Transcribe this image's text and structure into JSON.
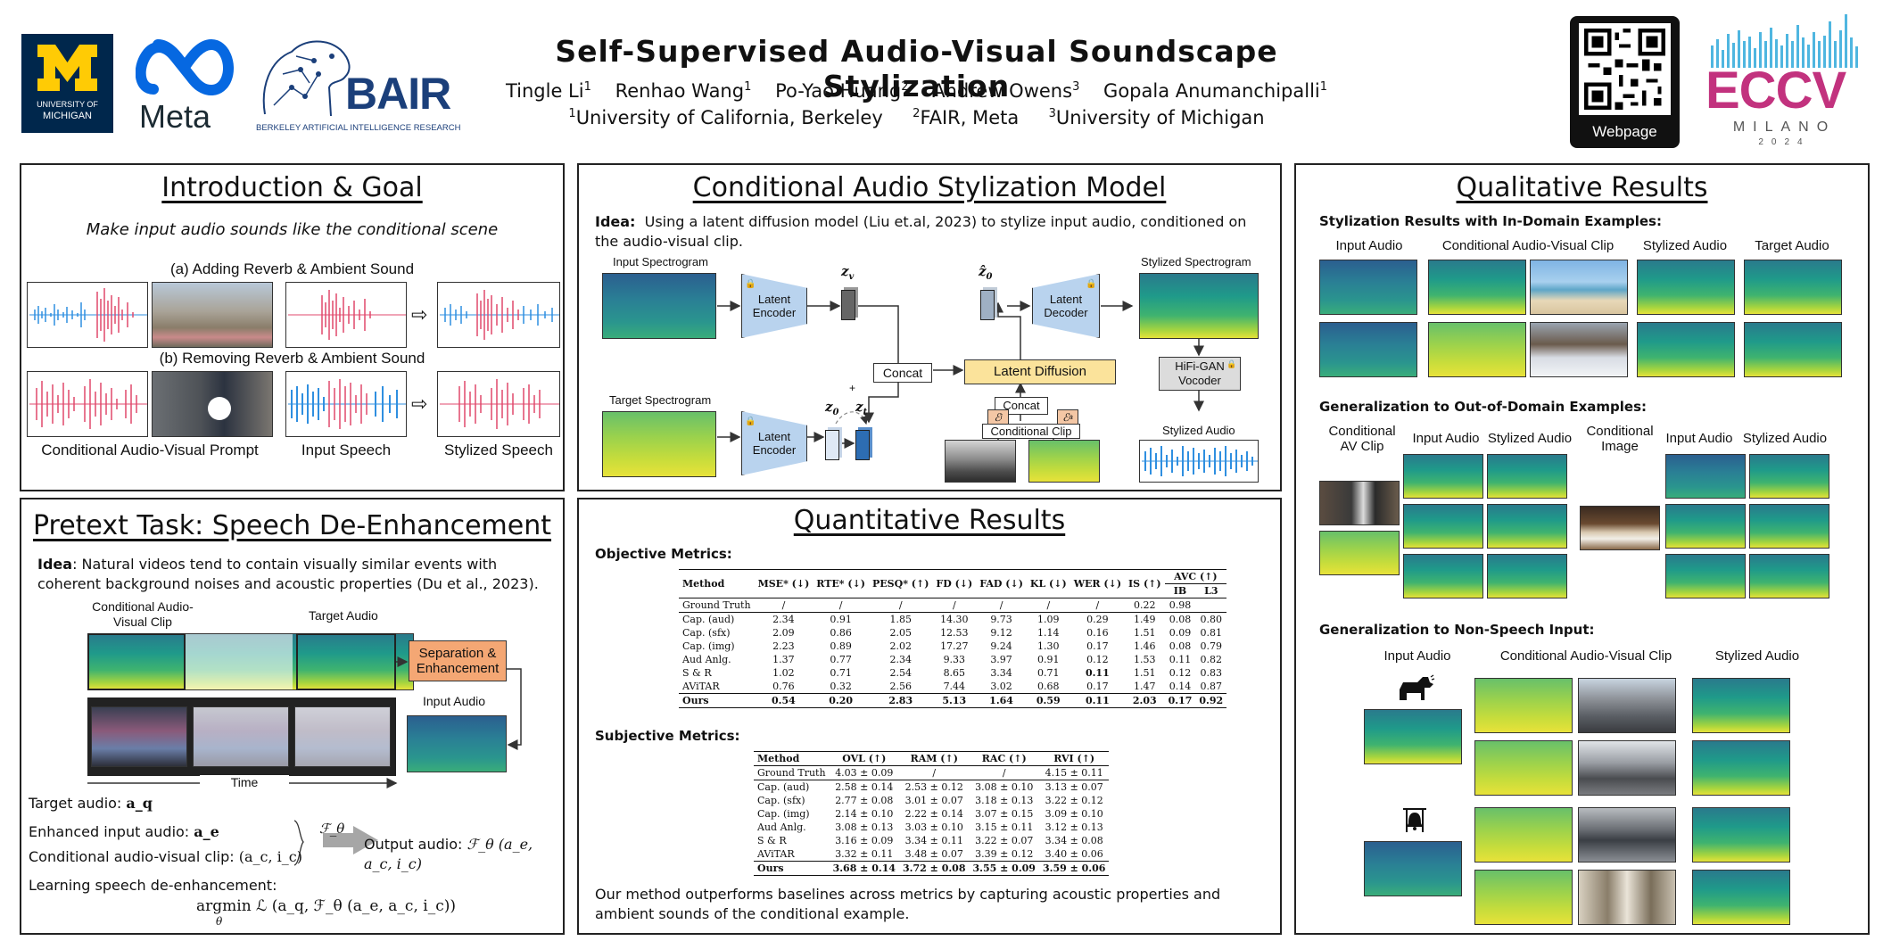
{
  "header": {
    "title": "Self-Supervised Audio-Visual Soundscape Stylization",
    "authors": [
      {
        "name": "Tingle Li",
        "aff": "1"
      },
      {
        "name": "Renhao Wang",
        "aff": "1"
      },
      {
        "name": "Po-Yao Huang",
        "aff": "2"
      },
      {
        "name": "Andrew Owens",
        "aff": "3"
      },
      {
        "name": "Gopala Anumanchipalli",
        "aff": "1"
      }
    ],
    "affiliations": [
      {
        "num": "1",
        "name": "University of California, Berkeley"
      },
      {
        "num": "2",
        "name": "FAIR, Meta"
      },
      {
        "num": "3",
        "name": "University of Michigan"
      }
    ],
    "qr_label": "Webpage",
    "logos": {
      "michigan_line1": "UNIVERSITY OF",
      "michigan_line2": "MICHIGAN",
      "meta": "Meta",
      "bair": "BAIR",
      "bair_sub": "BERKELEY ARTIFICIAL INTELLIGENCE RESEARCH",
      "eccv": "ECCV",
      "eccv_city": "MILANO",
      "eccv_year": "2024"
    }
  },
  "intro": {
    "title": "Introduction & Goal",
    "subtitle": "Make input audio sounds like the conditional scene",
    "case_a": "(a) Adding Reverb & Ambient Sound",
    "case_b": "(b) Removing Reverb & Ambient Sound",
    "label_prompt": "Conditional Audio-Visual Prompt",
    "label_input": "Input Speech",
    "label_output": "Stylized Speech"
  },
  "model": {
    "title": "Conditional Audio Stylization Model",
    "idea_label": "Idea:",
    "idea_text": "Using a latent diffusion model (Liu et.al, 2023) to stylize input audio, conditioned on the audio-visual clip.",
    "input_spec": "Input Spectrogram",
    "target_spec": "Target Spectrogram",
    "stylized_spec": "Stylized Spectrogram",
    "stylized_audio": "Stylized Audio",
    "latent_encoder": "Latent Encoder",
    "latent_decoder": "Latent Decoder",
    "concat": "Concat",
    "latent_diffusion": "Latent Diffusion",
    "vocoder": "HiFi-GAN Vocoder",
    "cond_clip": "Conditional Clip",
    "z_v": "z_v",
    "z_0": "z_0",
    "z_t": "z_t",
    "z_hat": "ẑ_0",
    "e_i": "ℰ_i",
    "e_a": "ℰ_a",
    "plus": "+"
  },
  "pretext": {
    "title": "Pretext Task: Speech De-Enhancement",
    "idea_label": "Idea",
    "idea_text": ": Natural videos tend to contain visually similar events with coherent background noises and acoustic properties (Du et al., 2023).",
    "cond_clip": "Conditional Audio-Visual Clip",
    "target_audio": "Target Audio",
    "sep_enh": "Separation & Enhancement",
    "input_audio": "Input Audio",
    "time": "Time",
    "eq_target": "Target audio:",
    "eq_target_sym": "a_q",
    "eq_enh": "Enhanced input audio:",
    "eq_enh_sym": "a_e",
    "eq_cond": "Conditional audio-visual clip:",
    "eq_cond_sym": "(a_c, i_c)",
    "eq_f": "ℱ_θ",
    "eq_output": "Output audio:",
    "eq_output_sym": "ℱ_θ (a_e, a_c, i_c)",
    "eq_learn": "Learning speech de-enhancement:",
    "eq_argmin": "argmin ℒ (a_q, ℱ_θ (a_e, a_c, i_c))",
    "eq_theta": "θ"
  },
  "quant": {
    "title": "Quantitative Results",
    "obj_label": "Objective Metrics:",
    "subj_label": "Subjective Metrics:",
    "obj_table": {
      "headers": [
        "Method",
        "MSE* (↓)",
        "RTE* (↓)",
        "PESQ* (↑)",
        "FD (↓)",
        "FAD (↓)",
        "KL (↓)",
        "WER (↓)",
        "IS (↑)",
        "AVC (↑)"
      ],
      "subheaders": [
        "IB",
        "L3"
      ],
      "ground_truth": [
        "Ground Truth",
        "/",
        "/",
        "/",
        "/",
        "/",
        "/",
        "/",
        "0.22",
        "0.98",
        ""
      ],
      "rows": [
        [
          "Cap. (aud)",
          "2.34",
          "0.91",
          "1.85",
          "14.30",
          "9.73",
          "1.09",
          "0.29",
          "1.49",
          "0.08",
          "0.80"
        ],
        [
          "Cap. (sfx)",
          "2.09",
          "0.86",
          "2.05",
          "12.53",
          "9.12",
          "1.14",
          "0.16",
          "1.51",
          "0.09",
          "0.81"
        ],
        [
          "Cap. (img)",
          "2.23",
          "0.89",
          "2.02",
          "17.27",
          "9.24",
          "1.30",
          "0.17",
          "1.46",
          "0.08",
          "0.79"
        ],
        [
          "Aud Anlg.",
          "1.37",
          "0.77",
          "2.34",
          "9.33",
          "3.97",
          "0.91",
          "0.12",
          "1.53",
          "0.11",
          "0.82"
        ],
        [
          "S & R",
          "1.02",
          "0.71",
          "2.54",
          "8.65",
          "3.34",
          "0.71",
          "0.11",
          "1.51",
          "0.12",
          "0.83"
        ],
        [
          "AViTAR",
          "0.76",
          "0.32",
          "2.56",
          "7.44",
          "3.02",
          "0.68",
          "0.17",
          "1.47",
          "0.14",
          "0.87"
        ]
      ],
      "ours": [
        "Ours",
        "0.54",
        "0.20",
        "2.83",
        "5.13",
        "1.64",
        "0.59",
        "0.11",
        "2.03",
        "0.17",
        "0.92"
      ]
    },
    "subj_table": {
      "headers": [
        "Method",
        "OVL (↑)",
        "RAM (↑)",
        "RAC (↑)",
        "RVI (↑)"
      ],
      "ground_truth": [
        "Ground Truth",
        "4.03 ± 0.09",
        "/",
        "/",
        "4.15 ± 0.11"
      ],
      "rows": [
        [
          "Cap. (aud)",
          "2.58 ± 0.14",
          "2.53 ± 0.12",
          "3.08 ± 0.10",
          "3.13 ± 0.07"
        ],
        [
          "Cap. (sfx)",
          "2.77 ± 0.08",
          "3.01 ± 0.07",
          "3.18 ± 0.13",
          "3.22 ± 0.12"
        ],
        [
          "Cap. (img)",
          "2.14 ± 0.10",
          "2.22 ± 0.14",
          "3.07 ± 0.15",
          "3.09 ± 0.10"
        ],
        [
          "Aud Anlg.",
          "3.08 ± 0.13",
          "3.03 ± 0.10",
          "3.15 ± 0.11",
          "3.12 ± 0.13"
        ],
        [
          "S & R",
          "3.16 ± 0.09",
          "3.34 ± 0.11",
          "3.22 ± 0.07",
          "3.34 ± 0.08"
        ],
        [
          "AViTAR",
          "3.32 ± 0.11",
          "3.48 ± 0.07",
          "3.39 ± 0.12",
          "3.40 ± 0.06"
        ]
      ],
      "ours": [
        "Ours",
        "3.68 ± 0.14",
        "3.72 ± 0.08",
        "3.55 ± 0.09",
        "3.59 ± 0.06"
      ]
    },
    "conclusion": "Our method outperforms baselines across metrics by capturing acoustic properties and ambient sounds of the conditional example."
  },
  "qual": {
    "title": "Qualitative Results",
    "sec1": "Stylization Results with In-Domain Examples:",
    "sec1_cols": [
      "Input Audio",
      "Conditional Audio-Visual Clip",
      "Stylized Audio",
      "Target Audio"
    ],
    "sec2": "Generalization to Out-of-Domain Examples:",
    "sec2_cols": [
      "Conditional AV Clip",
      "Input Audio",
      "Stylized Audio",
      "Conditional Image",
      "Input Audio",
      "Stylized Audio"
    ],
    "sec3": "Generalization to Non-Speech Input:",
    "sec3_cols": [
      "Input Audio",
      "Conditional Audio-Visual Clip",
      "Stylized Audio"
    ]
  },
  "colors": {
    "border": "#222222",
    "wave_red": "#e0486c",
    "wave_blue": "#2f8fe0",
    "encoder": "#b9d3ee",
    "diffusion": "#fbe39b",
    "sep_box": "#f4a774",
    "michigan_blue": "#00274c",
    "michigan_maize": "#ffcb05",
    "meta_blue": "#0668e1",
    "bair_blue": "#1b3f7a"
  }
}
